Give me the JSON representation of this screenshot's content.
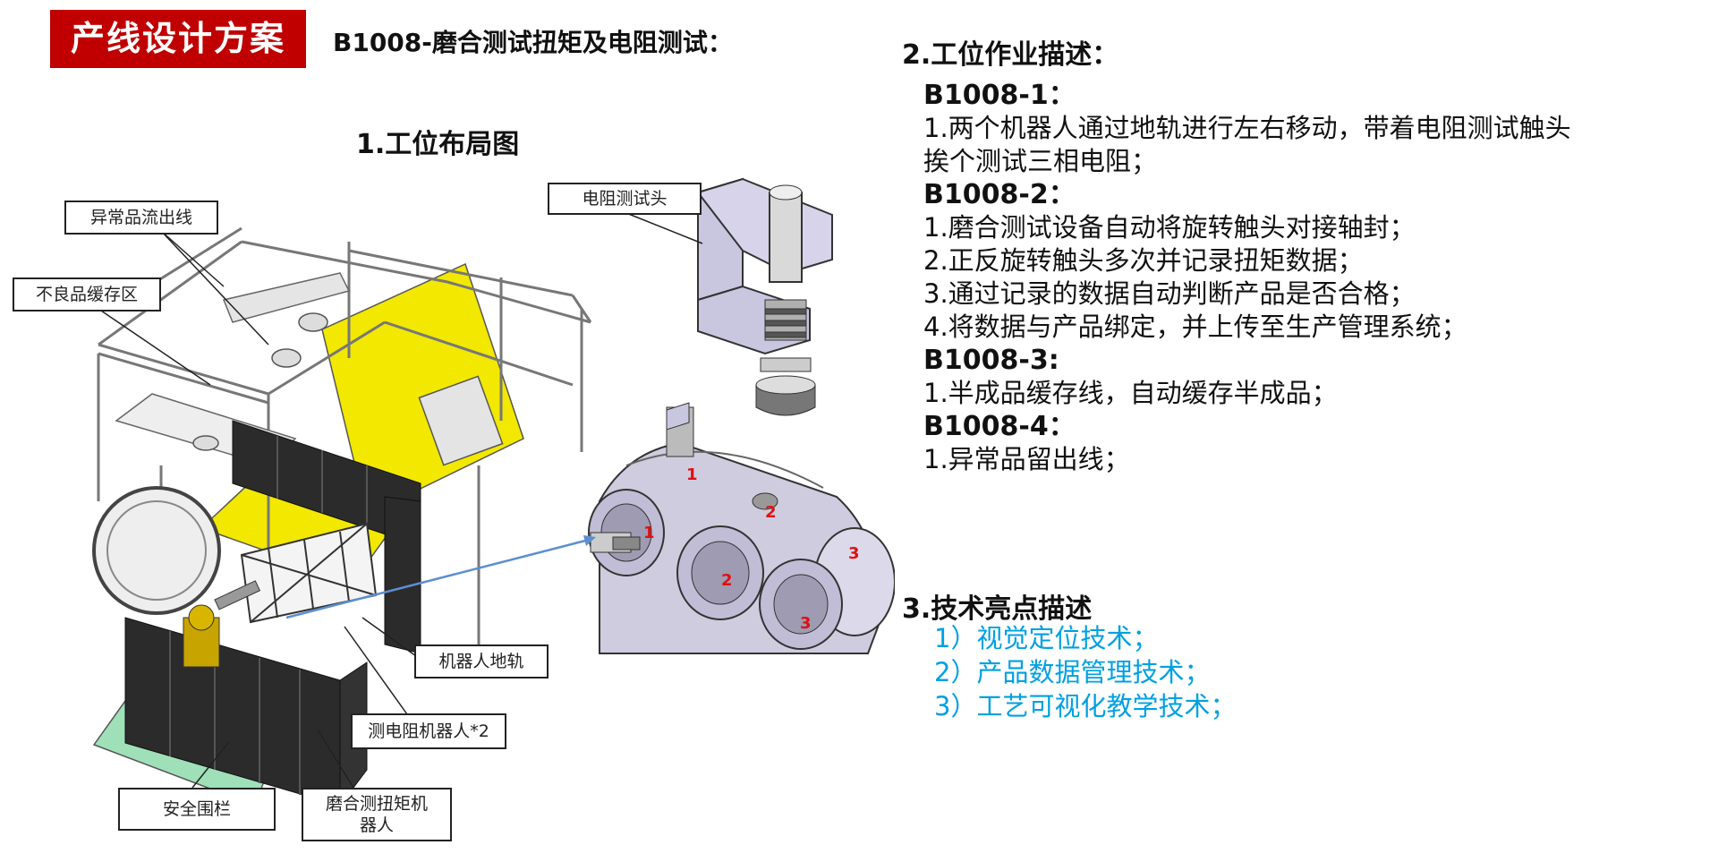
{
  "header": {
    "badge": "产线设计方案",
    "title": "B1008-磨合测试扭矩及电阻测试："
  },
  "layout_section": {
    "heading": "1.工位布局图",
    "callouts": {
      "abnormal_line": "异常品流出线",
      "defect_buffer": "不良品缓存区",
      "resistance_head": "电阻测试头",
      "robot_rail": "机器人地轨",
      "resistance_robot": "测电阻机器人*2",
      "safety_fence": "安全围栏",
      "torque_robot": "磨合测扭矩机器人"
    },
    "part_numbers": [
      "1",
      "1",
      "2",
      "2",
      "3",
      "3"
    ]
  },
  "description": {
    "heading": "2.工位作业描述：",
    "items": [
      {
        "title": "B1008-1：",
        "lines": [
          "1.两个机器人通过地轨进行左右移动，带着电阻测试触头",
          "挨个测试三相电阻；"
        ]
      },
      {
        "title": "B1008-2：",
        "lines": [
          "1.磨合测试设备自动将旋转触头对接轴封；",
          "2.正反旋转触头多次并记录扭矩数据；",
          "3.通过记录的数据自动判断产品是否合格；",
          "4.将数据与产品绑定，并上传至生产管理系统；"
        ]
      },
      {
        "title": "B1008-3:",
        "lines": [
          "1.半成品缓存线，自动缓存半成品；"
        ]
      },
      {
        "title": "B1008-4：",
        "lines": [
          "1.异常品留出线；"
        ]
      }
    ]
  },
  "tech": {
    "heading": "3.技术亮点描述",
    "items": [
      "1）视觉定位技术；",
      "2）产品数据管理技术；",
      "3）工艺可视化教学技术；"
    ]
  },
  "colors": {
    "badge_bg": "#c00000",
    "highlight_text": "#00a0e0",
    "floor_yellow": "#f2e800",
    "floor_green": "#9fe0b8",
    "part_gray": "#c9c6e0",
    "number_red": "#e01010",
    "arrow_blue": "#5b8fd0"
  }
}
